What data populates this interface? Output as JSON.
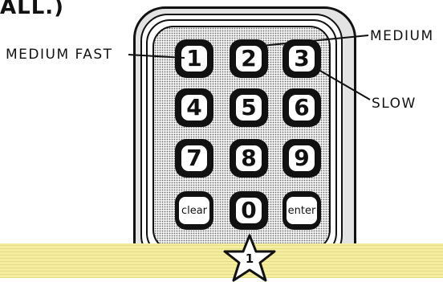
{
  "intro_fragment": "ALL.)",
  "callouts": {
    "medium_fast": "MEDIUM FAST",
    "medium": "MEDIUM",
    "slow": "SLOW"
  },
  "keypad": {
    "keys": [
      "1",
      "2",
      "3",
      "4",
      "5",
      "6",
      "7",
      "8",
      "9",
      "clear",
      "0",
      "enter"
    ]
  },
  "page_badge": "1",
  "colors": {
    "banner": "#f5eea0",
    "key": "#111111",
    "keypad_dots": "#6a6a6a"
  }
}
